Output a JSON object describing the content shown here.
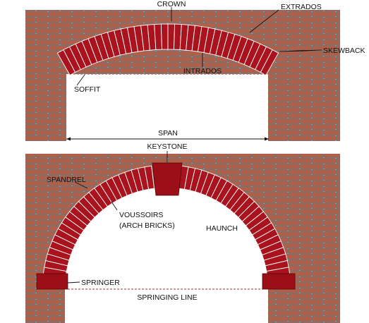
{
  "colors": {
    "brick": "#b06048",
    "mortar": "#ffffff",
    "brick_outline": "#2a2a2a",
    "arch_brick": "#a8131d",
    "keystone": "#9c0f18",
    "springer": "#9c0f18",
    "dashed_line": "#a0301e"
  },
  "flat_arch": {
    "labels": {
      "crown": "CROWN",
      "extrados": "EXTRADOS",
      "skewback": "SKEWBACK",
      "intrados": "INTRADOS",
      "soffit": "SOFFIT",
      "span": "SPAN"
    }
  },
  "round_arch": {
    "labels": {
      "keystone": "KEYSTONE",
      "spandrel": "SPANDREL",
      "voussoirs": "VOUSSOIRS",
      "voussoirs_note": "(ARCH BRICKS)",
      "haunch": "HAUNCH",
      "springer": "SPRINGER",
      "springing_line": "SPRINGING LINE"
    }
  }
}
